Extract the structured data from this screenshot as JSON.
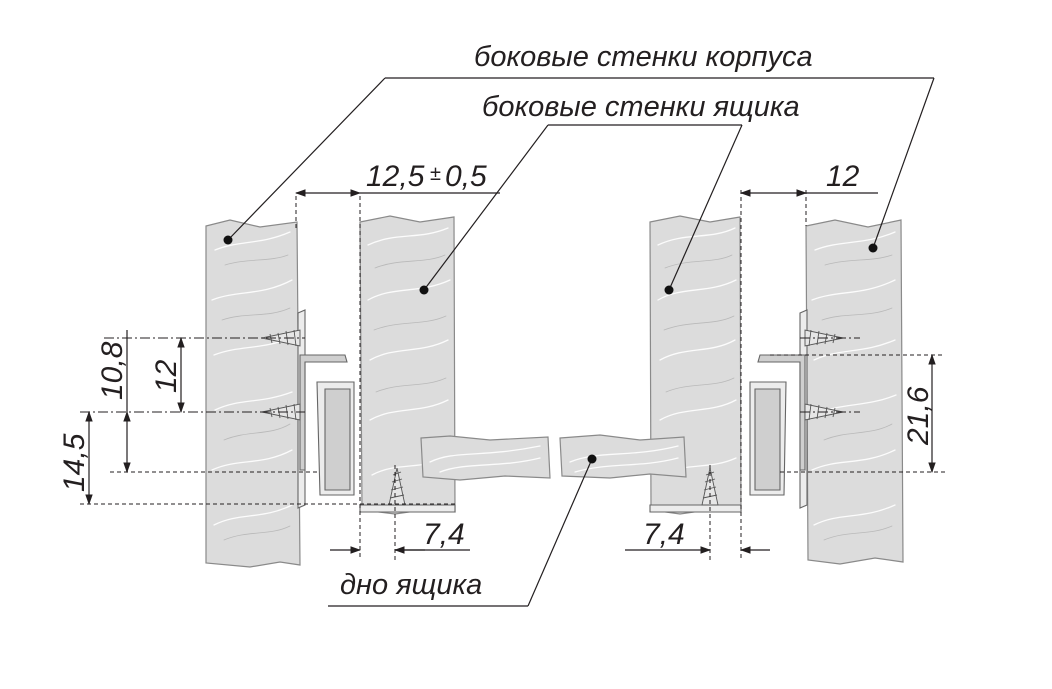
{
  "labels": {
    "cabinet_walls": "боковые стенки корпуса",
    "drawer_walls": "боковые стенки ящика",
    "drawer_bottom": "дно ящика"
  },
  "dimensions": {
    "gap_left": "12,5",
    "tolerance_sign": "±",
    "tolerance": "0,5",
    "gap_right": "12",
    "left_bottom_offset": "7,4",
    "right_bottom_offset": "7,4",
    "rail_height": "10,8",
    "screw_spacing": "12",
    "bottom_height": "14,5",
    "right_height": "21,6"
  },
  "colors": {
    "wood": "#dcdcdc",
    "line": "#231f20",
    "metal": "#ececec"
  }
}
